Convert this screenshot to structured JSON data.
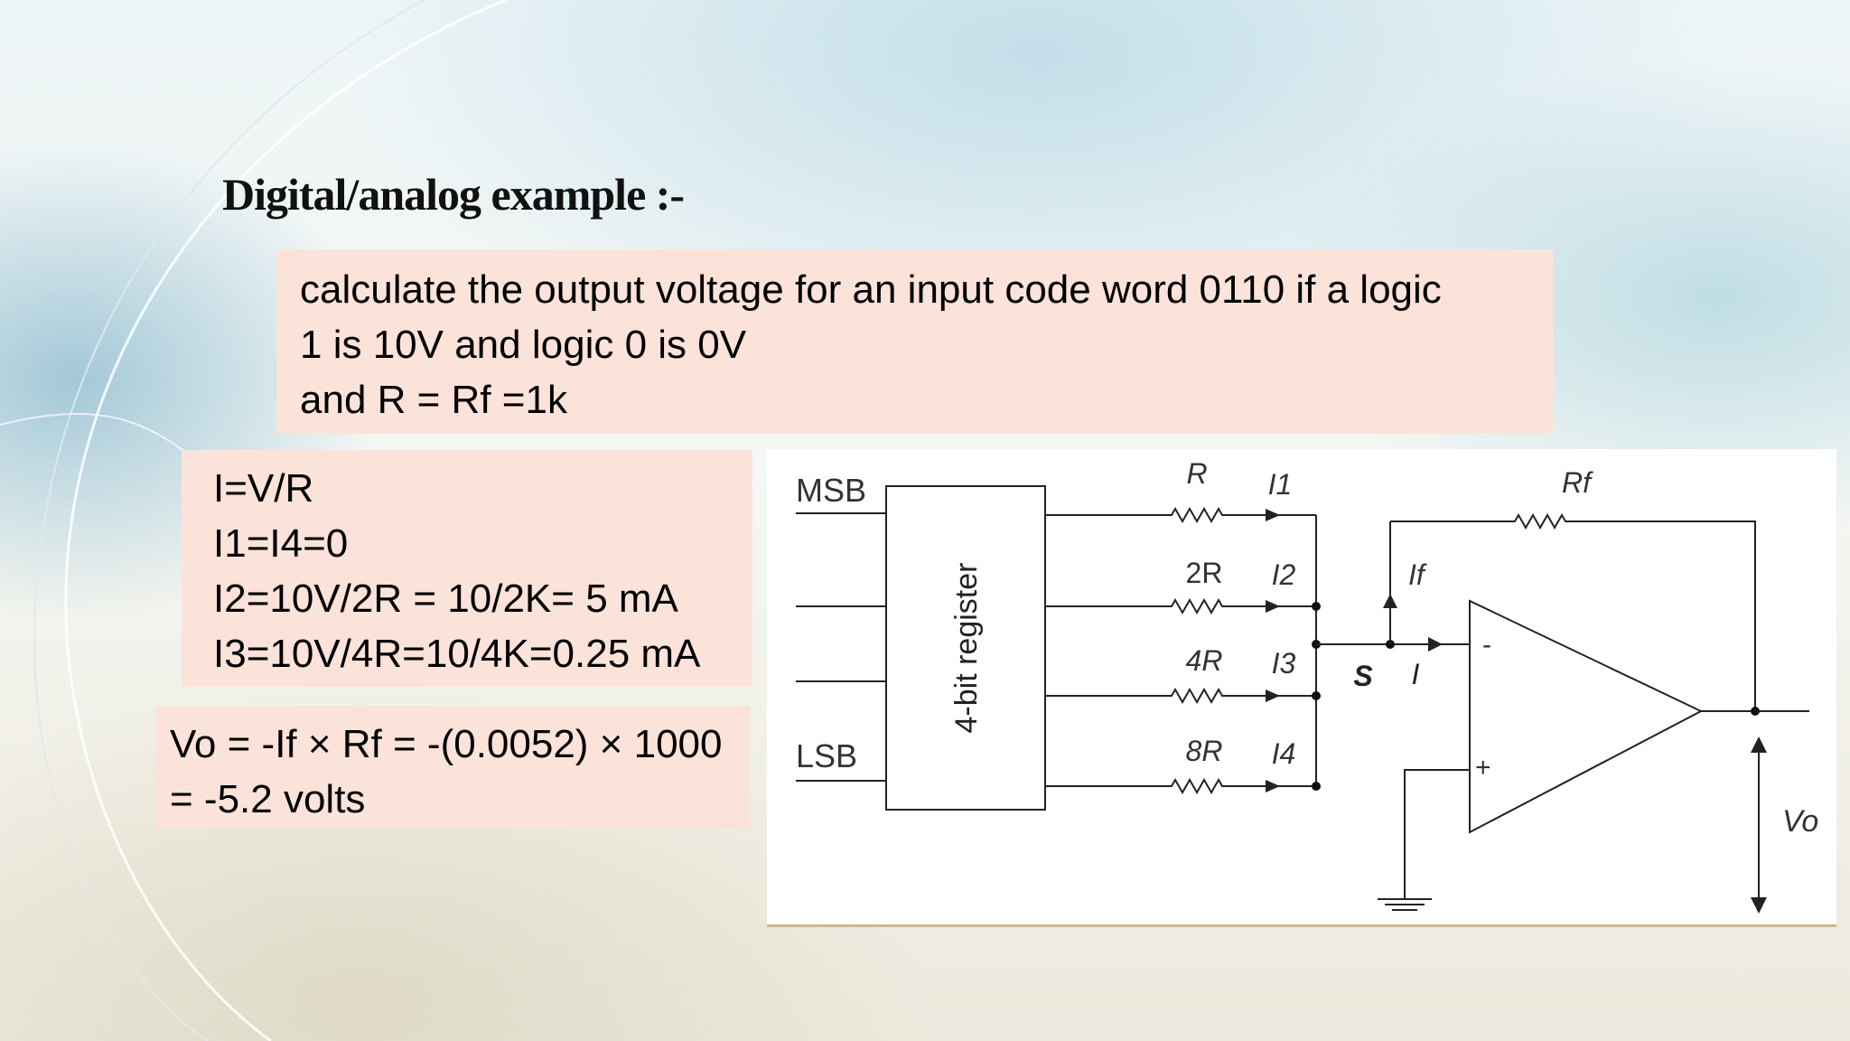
{
  "slide": {
    "title": "Digital/analog example :-",
    "question": {
      "lines": [
        "calculate the output voltage for an input code word 0110 if a logic",
        "1 is 10V and logic 0 is 0V",
        "and R = Rf =1k"
      ]
    },
    "formulas": {
      "lines": [
        "I=V/R",
        "I1=I4=0",
        "I2=10V/2R = 10/2K= 5 mA",
        "I3=10V/4R=10/4K=0.25 mA"
      ]
    },
    "result": {
      "lines": [
        "Vo = -If × Rf = -(0.0052) × 1000",
        "= -5.2 volts"
      ]
    }
  },
  "circuit": {
    "msb_label": "MSB",
    "lsb_label": "LSB",
    "register_label": "4-bit register",
    "resistors": [
      "R",
      "2R",
      "4R",
      "8R"
    ],
    "currents": [
      "I1",
      "I2",
      "I3",
      "I4"
    ],
    "feedback_resistor": "Rf",
    "feedback_current": "If",
    "node_label": "S",
    "input_current": "I",
    "minus_sign": "-",
    "plus_sign": "+",
    "output_label": "Vo"
  },
  "colors": {
    "box_fill": "#fbe3d9",
    "title_text": "#111111"
  }
}
